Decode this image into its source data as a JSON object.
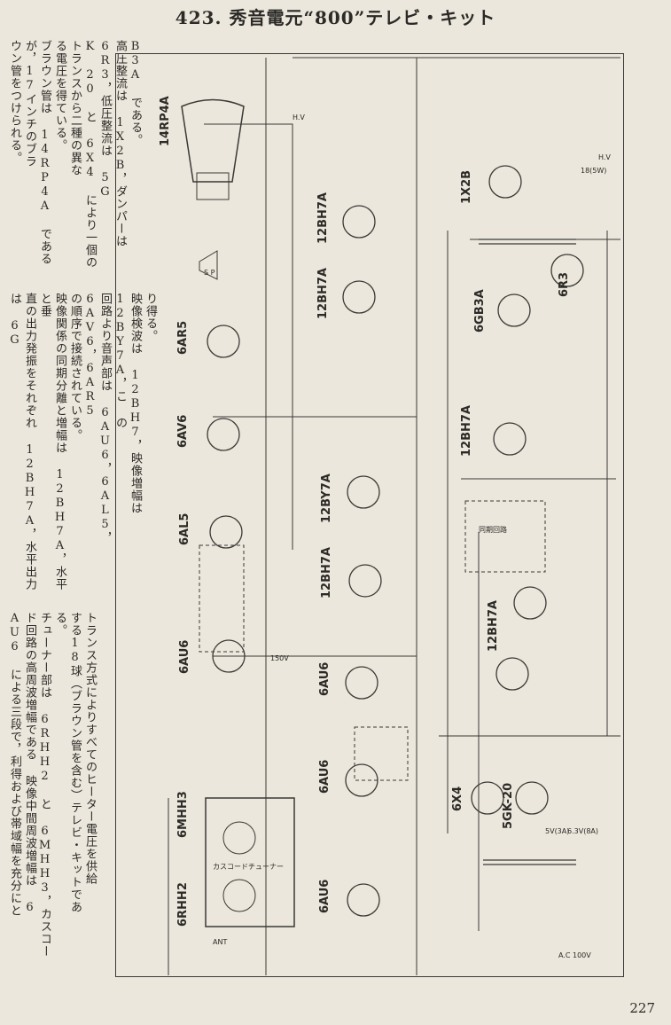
{
  "header": {
    "title": "423. 秀音電元“800”テレビ・キット"
  },
  "text_left": [
    "トランス方式によりすべてのヒーター電圧を供給",
    "する18球（ブラウン管を含む）テレビ・キットであ",
    "る。",
    "チューナー部は 6RHH2 と 6MHH3，カスコー",
    "ド回路の高周波増幅である 映像中間周波増幅は 6",
    "AU6 による三段で，利得および帯域幅を充分にと"
  ],
  "text_middle": [
    "り得る。",
    "映像検波は 12BH7，映像増幅は 12BY7A，こ の",
    "回路より音声部は 6AU6，6AL5，6AV6，6AR5",
    "の順序で接続されている。",
    "映像関係の同期分離と増幅は 12BH7A，水平と垂",
    "直の出力発振をそれぞれ 12BH7A，水平出力は 6G"
  ],
  "text_right": [
    "B3A である。",
    "高圧整流は 1X2B，ダンパーは 6R3，低圧整流は 5G",
    "K 20 と 6X4 により一個のトランスから二種の異な",
    "る電圧を得ている。",
    "ブラウン管は 14RP4A であるが，17インチのブラ",
    "ウン管をつけられる。"
  ],
  "schematic": {
    "tubes": {
      "crt": "14RP4A",
      "ar5": "6AR5",
      "av6": "6AV6",
      "al5": "6AL5",
      "au6_a": "6AU6",
      "au6_b": "6AU6",
      "au6_c": "6AU6",
      "au6_d": "6AU6",
      "bh7a_1": "12BH7A",
      "bh7a_2": "12BH7A",
      "by7a": "12BY7A",
      "bh7a_3": "12BH7A",
      "bh7a_4": "12BH7A",
      "bh7a_5": "12BH7A",
      "x2b": "1X2B",
      "r3": "6R3",
      "gb3a": "6GB3A",
      "x4": "6X4",
      "gk20": "5GK-20",
      "rhh2": "6RHH2",
      "mhh3": "6MHH3"
    },
    "labels": {
      "sp": "S P",
      "hv": "H.V",
      "ant": "ANT",
      "ac": "A.C 100V",
      "heater1": "6.3V(8A)",
      "heater2": "5V(3A)",
      "b_plus": "150V",
      "hv2": "H.V",
      "tuner": "カスコードチューナー",
      "gb3_cap": "18(5W)",
      "sync": "同期回路"
    }
  },
  "page": {
    "number": "227"
  }
}
